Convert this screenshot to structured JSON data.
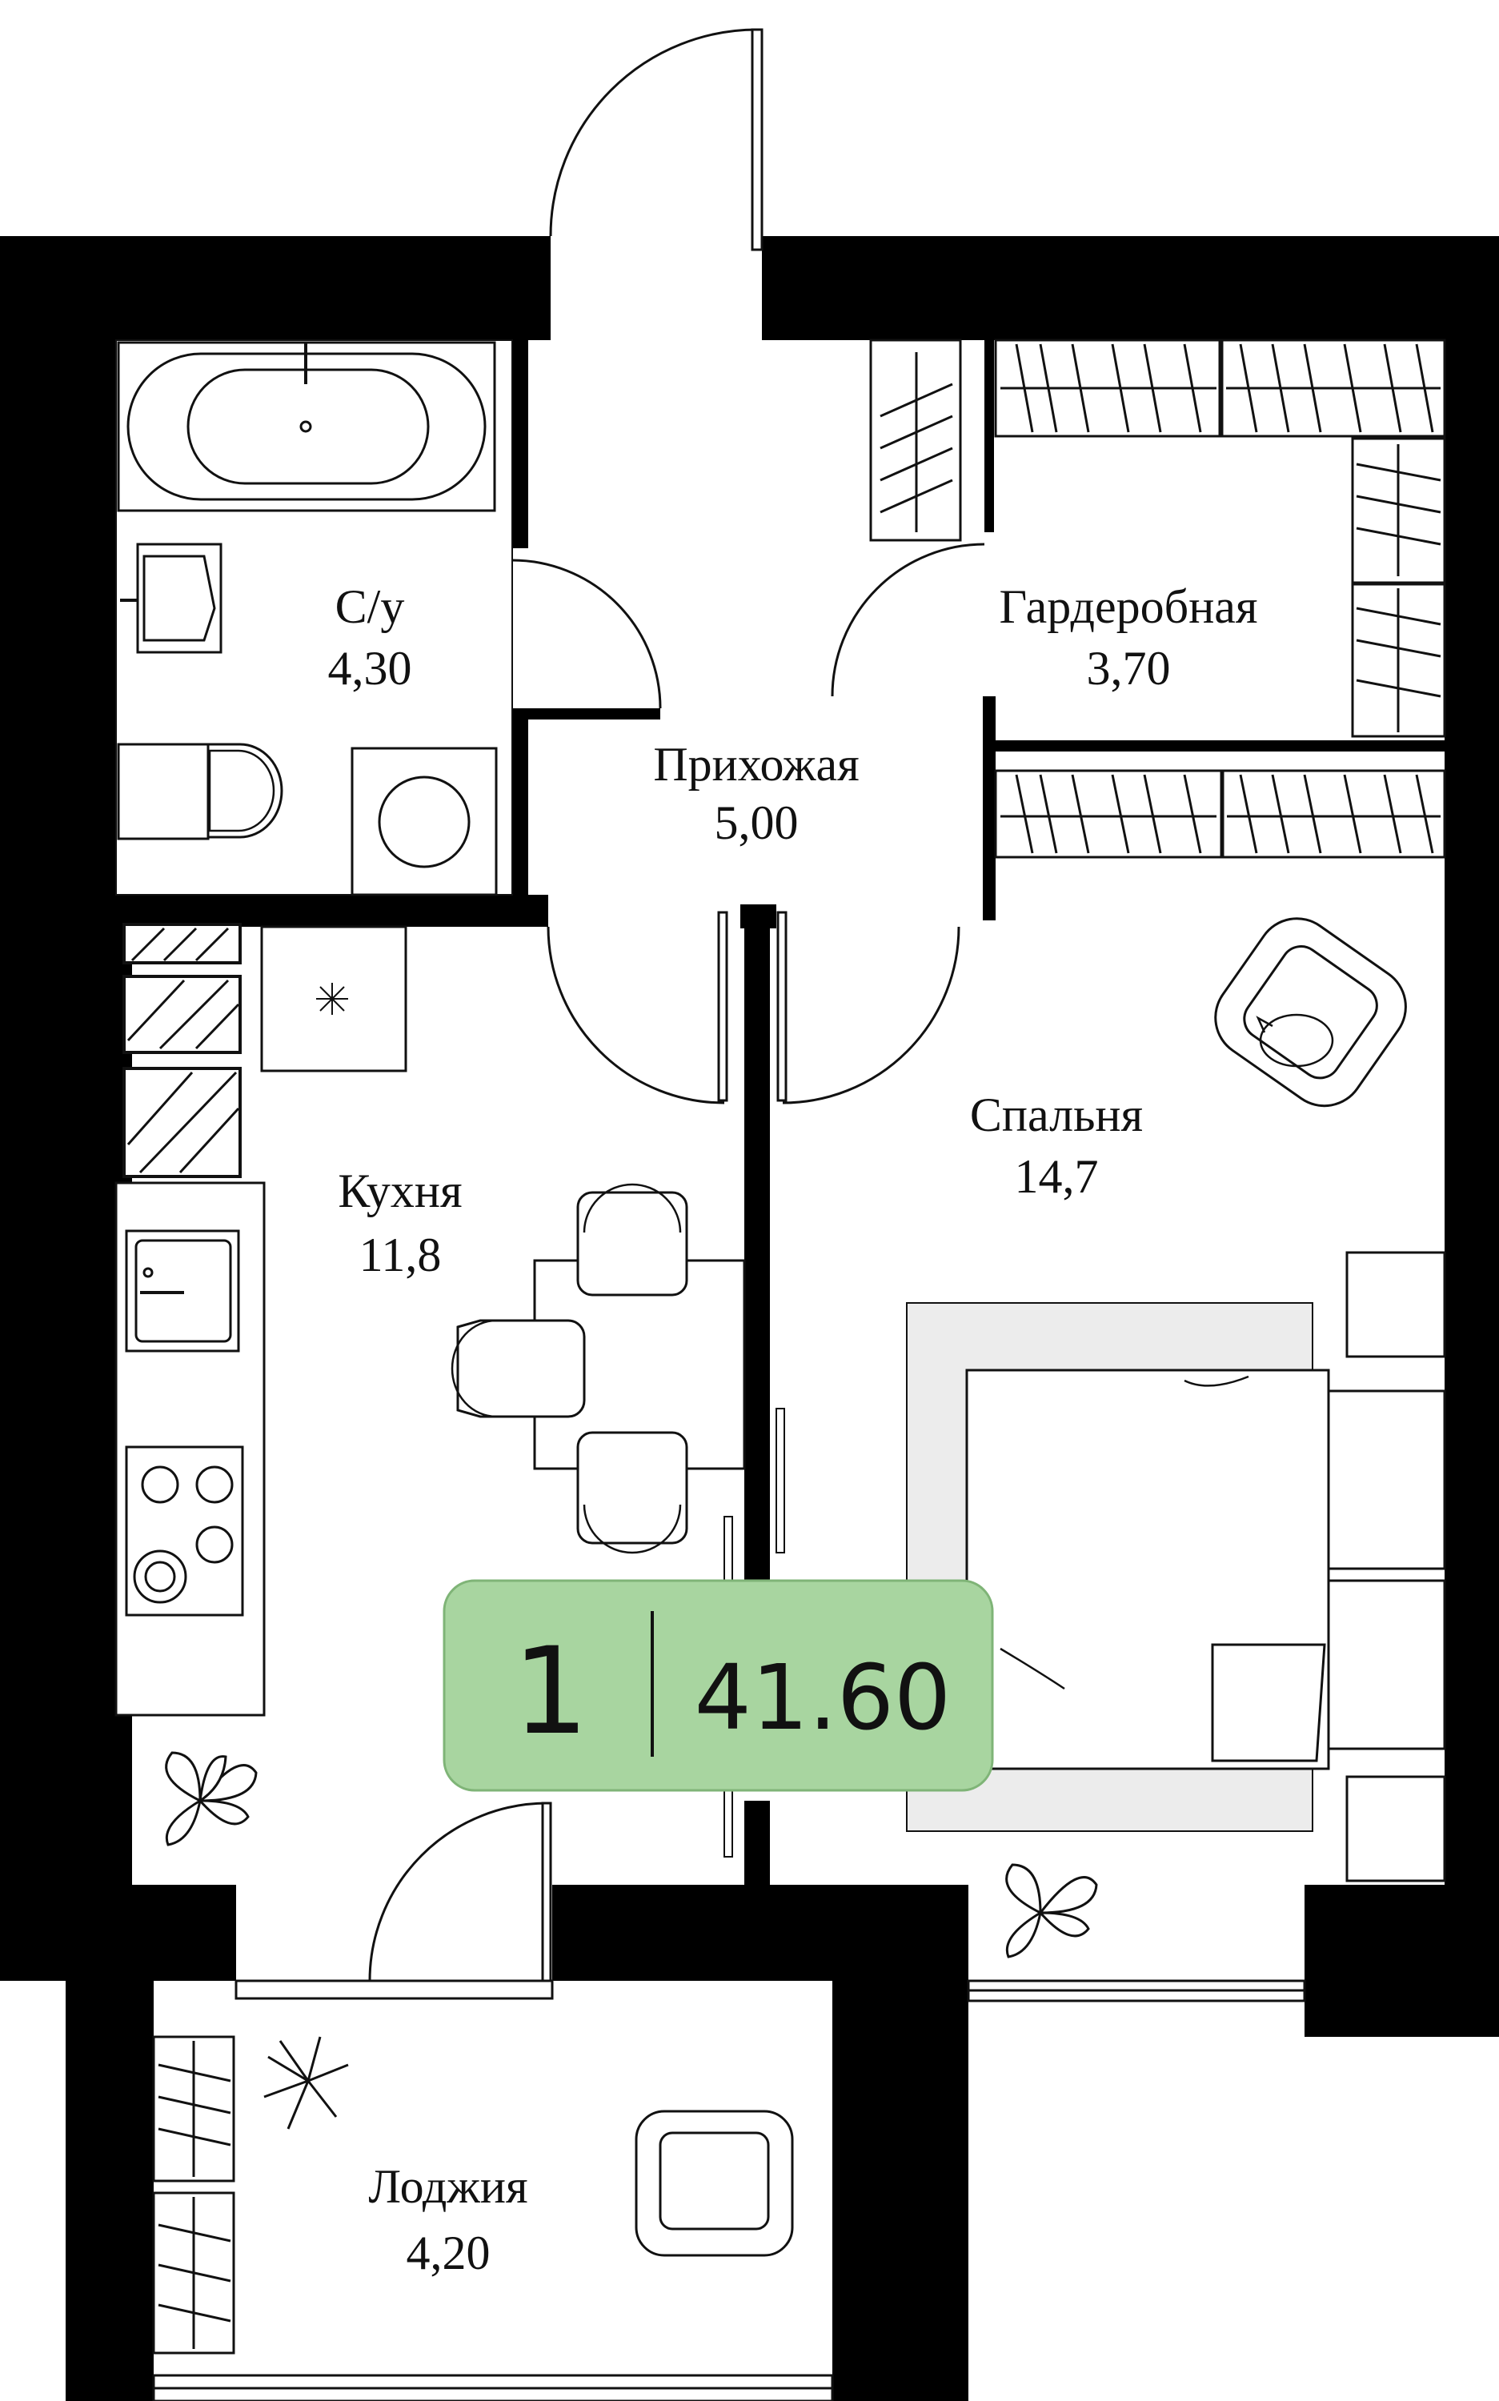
{
  "colors": {
    "wall": "#000000",
    "background": "#ffffff",
    "badge_fill": "#a8d5a0",
    "badge_stroke": "#7fb477",
    "text": "#111111",
    "bed_frame": "#ececec"
  },
  "rooms": {
    "bathroom": {
      "name": "С/у",
      "area": "4,30"
    },
    "wardrobe": {
      "name": "Гардеробная",
      "area": "3,70"
    },
    "hallway": {
      "name": "Прихожая",
      "area": "5,00"
    },
    "kitchen": {
      "name": "Кухня",
      "area": "11,8"
    },
    "bedroom": {
      "name": "Спальня",
      "area": "14,7"
    },
    "loggia": {
      "name": "Лоджия",
      "area": "4,20"
    }
  },
  "badge": {
    "rooms_count": "1",
    "total_area": "41.60"
  },
  "icons": [
    "bathtub-icon",
    "sink-icon",
    "toilet-icon",
    "washing-machine-icon",
    "stove-icon",
    "armchair-icon",
    "cat-icon",
    "bed-icon",
    "plant-icon",
    "dining-table-icon",
    "chair-icon",
    "wardrobe-icon",
    "window-icon",
    "door-swing-icon",
    "vent-icon"
  ]
}
